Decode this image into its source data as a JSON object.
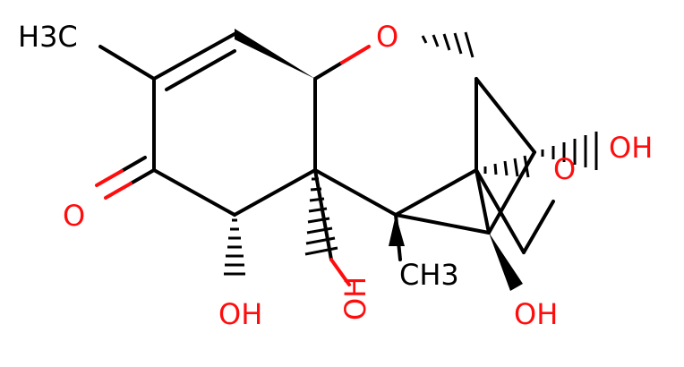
{
  "molecule": {
    "labels": {
      "methyl_top": "H3C",
      "methyl_mid": "CH3",
      "ring_oxygen": "O",
      "epoxide_oxygen": "O",
      "ketone_oxygen": "O",
      "hydroxyl_left": "OH",
      "hydroxyl_center": "OH",
      "hydroxyl_right_top": "OH",
      "hydroxyl_right_bottom": "OH"
    },
    "colors": {
      "carbon": "#000000",
      "oxygen": "#ff0d0d",
      "background": "#ffffff"
    }
  }
}
